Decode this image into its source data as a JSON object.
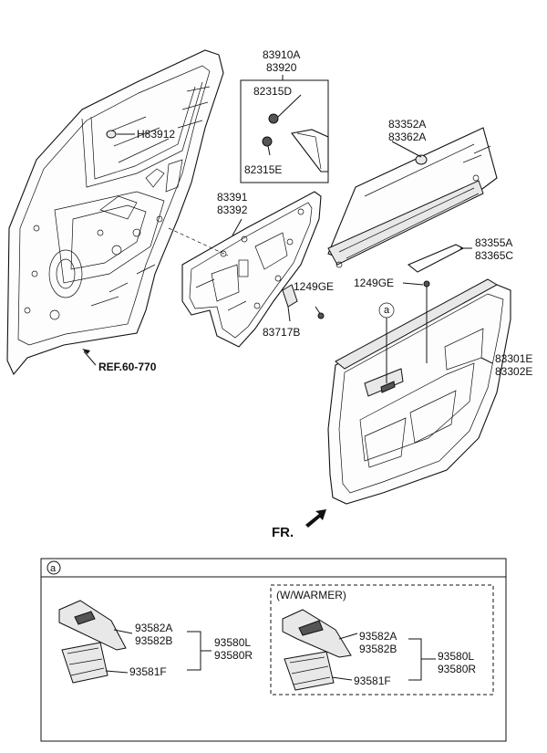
{
  "labels": {
    "glass_run_set": [
      "83910A",
      "83920"
    ],
    "clip_upper": "82315D",
    "clip_lower": "82315E",
    "hole_cover": "H83912",
    "trim_panel_inner": [
      "83391",
      "83392"
    ],
    "weatherstrip": [
      "83352A",
      "83362A"
    ],
    "garnish": [
      "83355A",
      "83365C"
    ],
    "screw_upper": "1249GE",
    "screw_lower": "1249GE",
    "bracket": "83717B",
    "door_trim": [
      "83301E",
      "83302E"
    ],
    "reference": "REF.60-770",
    "front_marker": "FR.",
    "callout_letter": "a"
  },
  "detail": {
    "letter": "a",
    "left_group": {
      "panel": [
        "93582A",
        "93582B"
      ],
      "assembly": [
        "93580L",
        "93580R"
      ],
      "switch": "93581F"
    },
    "right_group": {
      "title": "(W/WARMER)",
      "panel": [
        "93582A",
        "93582B"
      ],
      "assembly": [
        "93580L",
        "93580R"
      ],
      "switch": "93581F"
    }
  }
}
